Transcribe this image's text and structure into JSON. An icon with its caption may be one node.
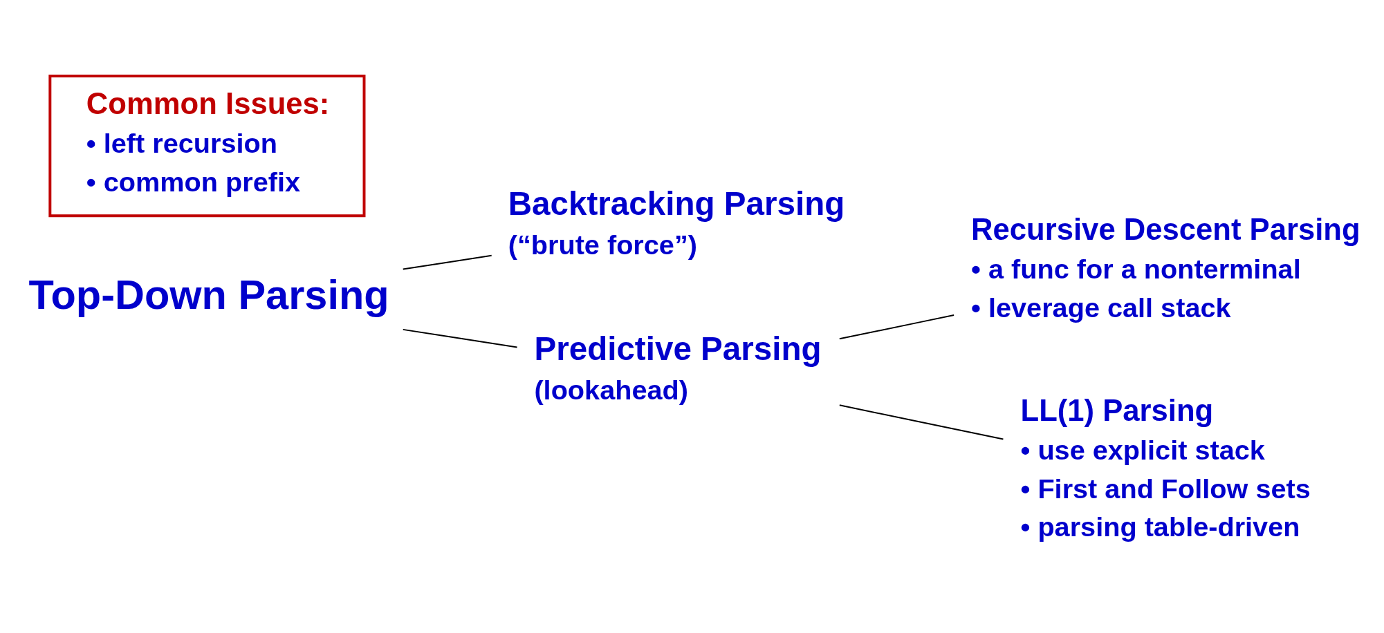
{
  "diagram": {
    "nodes": [
      {
        "text": [
          "Top-Down Parsing"
        ]
      },
      {
        "text": [
          "Backtracking Parsing",
          "(“brute force”)"
        ]
      },
      {
        "text": [
          "Predictive Parsing",
          "(lookahead)"
        ]
      },
      {
        "text": [
          "Recursive Descent Parsing",
          "• a func for a nonterminal",
          "• leverage call stack"
        ]
      },
      {
        "text": [
          "LL(1) Parsing",
          "• use explicit stack",
          "• First and Follow sets",
          "• parsing table-driven"
        ]
      },
      {
        "text": [
          "Common Issues:",
          "• left recursion",
          "• common prefix"
        ]
      }
    ],
    "edges": [
      {
        "from": 0,
        "to": 1,
        "arrow": "none"
      },
      {
        "from": 0,
        "to": 2,
        "arrow": "none"
      },
      {
        "from": 2,
        "to": 3,
        "arrow": "none"
      },
      {
        "from": 2,
        "to": 4,
        "arrow": "none"
      }
    ]
  }
}
